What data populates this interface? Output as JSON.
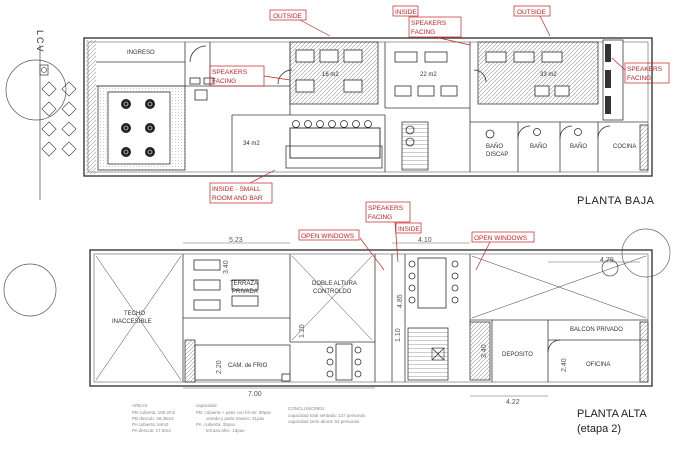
{
  "colors": {
    "line": "#3a3a3a",
    "hatch": "#8a8a8a",
    "annotation": "#cc1f1f",
    "dimension": "#555555",
    "furniture": "#2d2d2d"
  },
  "side_label": "LCV",
  "ground_floor": {
    "title": "PLANTA BAJA",
    "rooms": {
      "ingreso": "INGRESO",
      "area_16": "16 m2",
      "area_22": "22 m2",
      "area_33": "33 m2",
      "area_34": "34 m2",
      "bano_discap_1": "BAÑO",
      "bano_discap_2": "DISCAP",
      "bano_a": "BAÑO",
      "bano_b": "BAÑO",
      "cocina": "COCINA"
    },
    "annotations": {
      "outside_left": "OUTSIDE",
      "inside": "INSIDE",
      "speakers_facing_top_1": "SPEAKERS",
      "speakers_facing_top_2": "FACING",
      "outside_right": "OUTSIDE",
      "speakers_left_1": "SPEAKERS",
      "speakers_left_2": "FACING",
      "speakers_right_1": "SPEAKERS",
      "speakers_right_2": "FACING",
      "small_room_1": "INSIDE - SMALL",
      "small_room_2": "ROOM AND BAR"
    }
  },
  "upper_floor": {
    "title": "PLANTA ALTA",
    "subtitle": "(etapa 2)",
    "rooms": {
      "techo_1": "TECHO",
      "techo_2": "INACCESIBLE",
      "terraza_1": "TERRAZA",
      "terraza_2": "PRIVADA",
      "doble_1": "DOBLE ALTURA",
      "doble_2": "CONTROLDO",
      "camara": "CAM. de FRIO",
      "deposito": "DEPOSITO",
      "oficina": "OFICINA",
      "balcon": "BALCON PRIVADO"
    },
    "annotations": {
      "open_windows_left": "OPEN WINDOWS",
      "speakers_1": "SPEAKERS",
      "speakers_2": "FACING",
      "inside": "INSIDE",
      "open_windows_right": "OPEN WINDOWS"
    },
    "dimensions": {
      "top_523": "5.23",
      "top_410": "4.10",
      "top_479": "4.79",
      "bottom_700": "7.00",
      "bottom_422": "4.22",
      "v_120": "1.20",
      "v_220": "2.20",
      "v_110": "1.10",
      "v_340": "3.40",
      "v_240": "2.40",
      "v_485": "4.85",
      "v_340b": "3.40"
    }
  },
  "notes": {
    "areas_title": "AREAS:",
    "areas_lines": [
      "PB cubierta: 190.2m2",
      "PB descub: 48.35m2",
      "PA cubierta: 64m2",
      "PA descub: 17.5m2"
    ],
    "capacity_title": "capacidad",
    "capacity_lines": [
      "PB: cubierta + patio con fol de: 90pax",
      "vereda y patio trasero: 31pax",
      "PA: cubierta: 35pax",
      "terraza afec: 13pax"
    ],
    "conclusion_title": "CONCLUSIONES:",
    "conclusion_lines": [
      "capacidad total sentada: 137 personas",
      "capacidad semi-altura: 93 personas"
    ]
  }
}
